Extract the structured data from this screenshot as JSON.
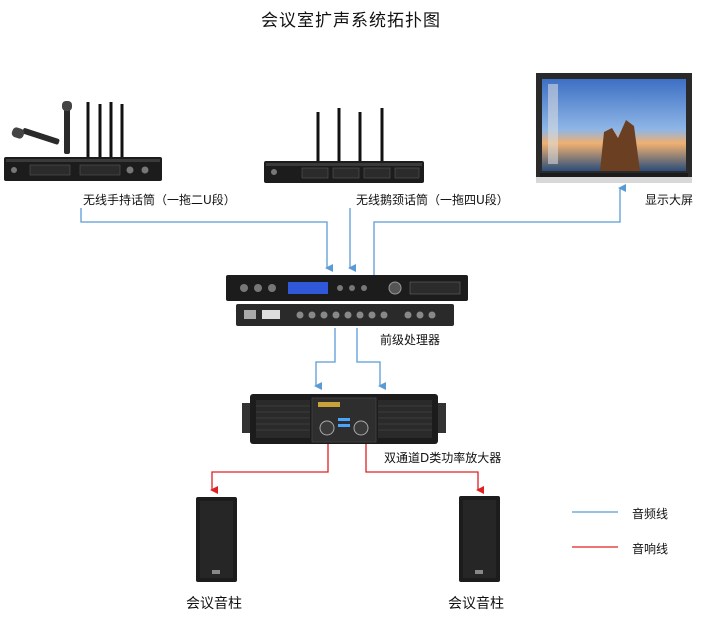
{
  "title": "会议室扩声系统拓扑图",
  "devices": {
    "handheld_label": "无线手持话筒（一拖二U段）",
    "gooseneck_label": "无线鹅颈话筒（一拖四U段）",
    "screen_label": "显示大屏",
    "processor_label": "前级处理器",
    "amplifier_label": "双通道D类功率放大器",
    "speaker_left_label": "会议音柱",
    "speaker_right_label": "会议音柱"
  },
  "legend": {
    "audio_line_label": "音频线",
    "speaker_line_label": "音响线"
  },
  "colors": {
    "audio_line": "#5b9bd5",
    "speaker_line": "#e02020",
    "device_body": "#1c1c1c"
  }
}
